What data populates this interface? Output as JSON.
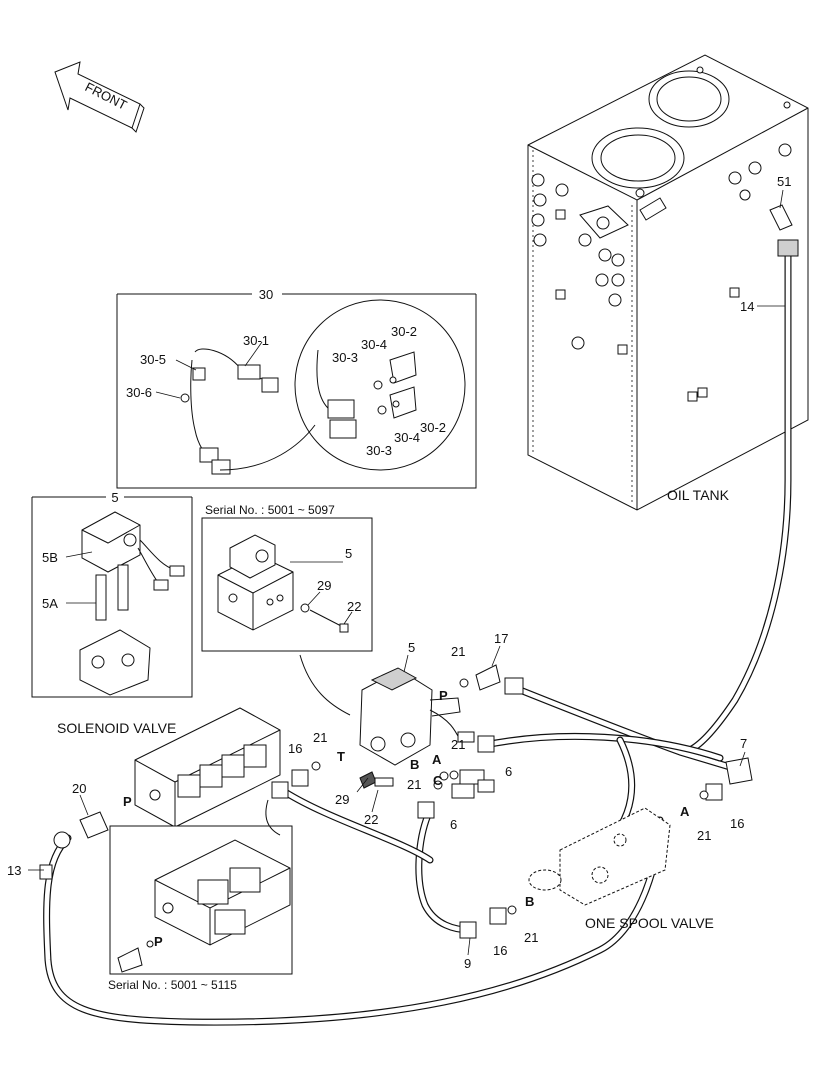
{
  "diagram": {
    "front_label": "FRONT",
    "captions": {
      "oil_tank": "OIL TANK",
      "solenoid_valve": "SOLENOID VALVE",
      "one_spool_valve": "ONE SPOOL VALVE",
      "serial_top": "Serial No. : 5001 ~ 5097",
      "serial_bottom": "Serial No. : 5001 ~ 5115"
    },
    "box_titles": {
      "harness": "30",
      "valve": "5"
    },
    "labels": {
      "n51": "51",
      "n14": "14",
      "n13": "13",
      "n20": "20",
      "n7": "7",
      "n9": "9",
      "n17": "17",
      "n16a": "16",
      "n16b": "16",
      "n16c": "16",
      "n21a": "21",
      "n21b": "21",
      "n21c": "21",
      "n21d": "21",
      "n21e": "21",
      "n21f": "21",
      "n6a": "6",
      "n6b": "6",
      "n29a": "29",
      "n29b": "29",
      "n22a": "22",
      "n22b": "22",
      "n5a": "5",
      "n5b": "5",
      "n5A": "5A",
      "n5B": "5B",
      "n30_1": "30-1",
      "n30_5": "30-5",
      "n30_6": "30-6",
      "n30_2a": "30-2",
      "n30_2b": "30-2",
      "n30_3a": "30-3",
      "n30_3b": "30-3",
      "n30_4a": "30-4",
      "n30_4b": "30-4",
      "port_P1": "P",
      "port_P2": "P",
      "port_P3": "P",
      "port_T": "T",
      "port_B1": "B",
      "port_B2": "B",
      "port_A1": "A",
      "port_A2": "A",
      "port_C": "C"
    }
  }
}
